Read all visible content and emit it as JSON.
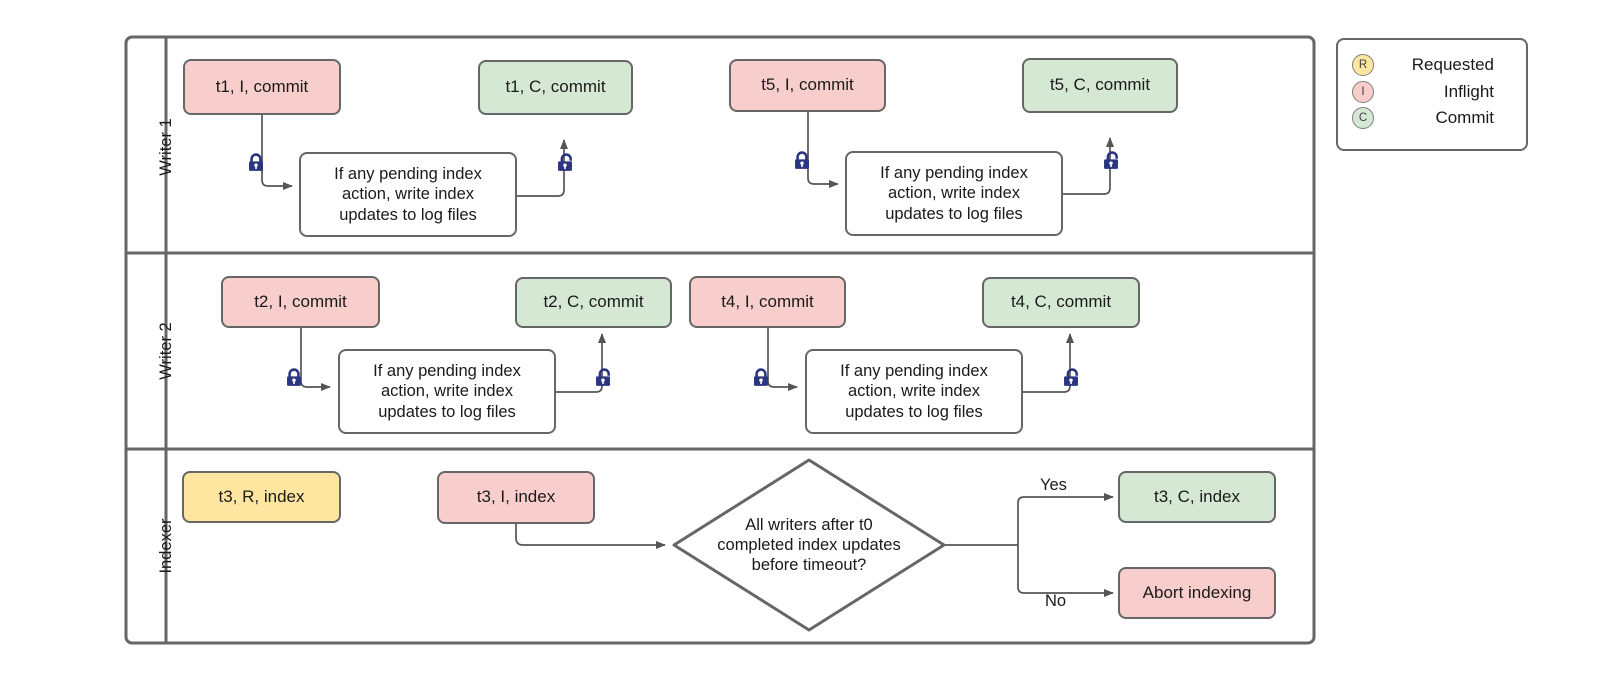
{
  "diagram": {
    "title": "Writer / Indexer swimlane flowchart",
    "colors": {
      "pink": "#f8cecc",
      "green": "#d5e8d4",
      "yellow": "#ffe6a0",
      "border": "#666666",
      "lock": "#2b3580",
      "text": "#1a1a1a"
    },
    "lanes": [
      {
        "id": "writer-1",
        "label": "Writer 1"
      },
      {
        "id": "writer-2",
        "label": "Writer 2"
      },
      {
        "id": "indexer",
        "label": "Indexer"
      }
    ]
  },
  "writer1": {
    "t1_inflight": "t1, I, commit",
    "t1_commit": "t1, C, commit",
    "t5_inflight": "t5, I, commit",
    "t5_commit": "t5, C, commit",
    "process_left": "If any pending index\naction, write index\nupdates to log files",
    "process_right": "If any pending index\naction, write index\nupdates to log files"
  },
  "writer2": {
    "t2_inflight": "t2, I, commit",
    "t2_commit": "t2, C, commit",
    "t4_inflight": "t4, I, commit",
    "t4_commit": "t4, C, commit",
    "process_left": "If any pending index\naction, write index\nupdates to log files",
    "process_right": "If any pending index\naction, write index\nupdates to log files"
  },
  "indexer": {
    "t3_requested": "t3, R, index",
    "t3_inflight": "t3, I, index",
    "decision": "All writers after t0\ncompleted index updates\nbefore timeout?",
    "yes_label": "Yes",
    "no_label": "No",
    "t3_commit": "t3, C, index",
    "abort": "Abort indexing"
  },
  "legend": {
    "items": [
      {
        "badge": "R",
        "label": "Requested"
      },
      {
        "badge": "I",
        "label": "Inflight"
      },
      {
        "badge": "C",
        "label": "Commit"
      }
    ]
  }
}
